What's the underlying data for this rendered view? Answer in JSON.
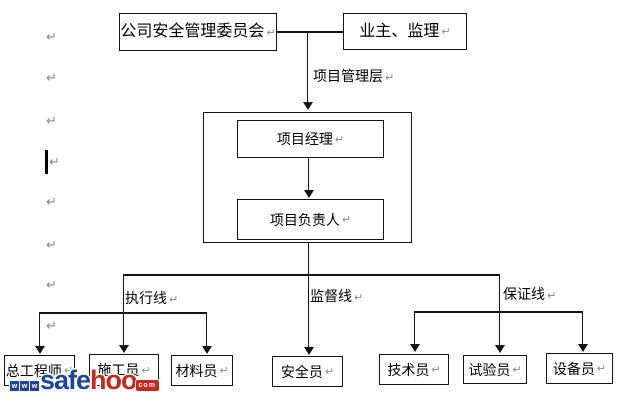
{
  "diagram": {
    "top_left_box": {
      "label": "公司安全管理委员会"
    },
    "top_right_box": {
      "label": "业主、监理"
    },
    "management_layer_label": "项目管理层",
    "project_manager_box": {
      "label": "项目经理"
    },
    "project_leader_box": {
      "label": "项目负责人"
    },
    "branch_labels": {
      "execution": "执行线",
      "supervision": "监督线",
      "assurance": "保证线"
    },
    "bottom_boxes": [
      {
        "label": "总工程师"
      },
      {
        "label": "施工员"
      },
      {
        "label": "材料员"
      },
      {
        "label": "安全员"
      },
      {
        "label": "技术员"
      },
      {
        "label": "试验员"
      },
      {
        "label": "设备员"
      }
    ],
    "line_color": "#141414"
  },
  "editor": {
    "paragraph_mark": "↵"
  },
  "watermark": {
    "w": "w",
    "safe": "safe",
    "hoo": "hoo",
    "com": "com",
    "blue": "#1e4399",
    "red": "#c5281c"
  }
}
